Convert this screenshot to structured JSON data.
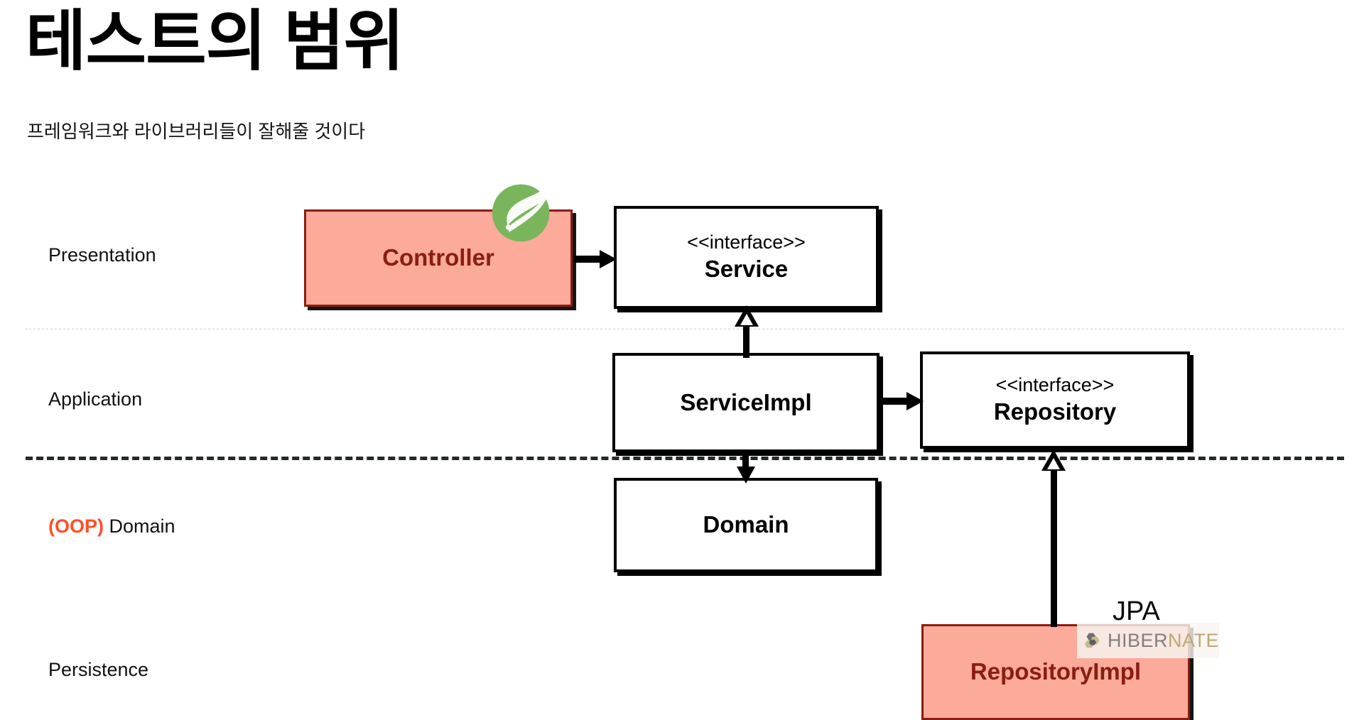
{
  "slide": {
    "title": "테스트의 범위",
    "subtitle": "프레임워크와 라이브러리들이 잘해줄 것이다"
  },
  "layers": [
    {
      "id": "presentation",
      "label": "Presentation",
      "accent": null,
      "accent_color": null
    },
    {
      "id": "application",
      "label": "Application",
      "accent": null,
      "accent_color": null
    },
    {
      "id": "domain",
      "label": "Domain",
      "accent": "(OOP)",
      "accent_color": "#ff4f28"
    },
    {
      "id": "persistence",
      "label": "Persistence",
      "accent": null,
      "accent_color": null
    }
  ],
  "dividers": [
    {
      "id": "presentation-application",
      "style": "dotted",
      "color": "#ececec"
    },
    {
      "id": "application-domain",
      "style": "dashed",
      "color": "#24292e"
    }
  ],
  "boxes": [
    {
      "id": "controller",
      "stereotype": "",
      "title": "Controller",
      "layer": "presentation",
      "fill": "#fcaa9a",
      "border": "#8a1d13",
      "text_color": "#8a1d13",
      "highlighted": true
    },
    {
      "id": "service",
      "stereotype": "<<interface>>",
      "title": "Service",
      "layer": "presentation",
      "fill": "#ffffff",
      "border": "#000000",
      "text_color": "#000000",
      "highlighted": false
    },
    {
      "id": "serviceimpl",
      "stereotype": "",
      "title": "ServiceImpl",
      "layer": "application",
      "fill": "#ffffff",
      "border": "#000000",
      "text_color": "#000000",
      "highlighted": false
    },
    {
      "id": "repository",
      "stereotype": "<<interface>>",
      "title": "Repository",
      "layer": "application",
      "fill": "#ffffff",
      "border": "#000000",
      "text_color": "#000000",
      "highlighted": false
    },
    {
      "id": "domain",
      "stereotype": "",
      "title": "Domain",
      "layer": "domain",
      "fill": "#ffffff",
      "border": "#000000",
      "text_color": "#000000",
      "highlighted": false
    },
    {
      "id": "repositoryimpl",
      "stereotype": "",
      "title": "RepositoryImpl",
      "layer": "persistence",
      "fill": "#fcaa9a",
      "border": "#8a1d13",
      "text_color": "#8a1d13",
      "highlighted": true
    }
  ],
  "connectors": [
    {
      "id": "controller-service",
      "from": "controller",
      "to": "service",
      "arrow": "filled-open-right",
      "direction": "right"
    },
    {
      "id": "serviceimpl-service",
      "from": "serviceimpl",
      "to": "service",
      "arrow": "hollow-triangle",
      "direction": "up"
    },
    {
      "id": "serviceimpl-repository",
      "from": "serviceimpl",
      "to": "repository",
      "arrow": "filled-open-right",
      "direction": "right"
    },
    {
      "id": "serviceimpl-domain",
      "from": "serviceimpl",
      "to": "domain",
      "arrow": "filled-open-down",
      "direction": "down"
    },
    {
      "id": "repositoryimpl-repository",
      "from": "repositoryimpl",
      "to": "repository",
      "arrow": "hollow-triangle",
      "direction": "up"
    }
  ],
  "annotations": {
    "jpa_label": "JPA",
    "hibernate": {
      "word_a": "HIBER",
      "word_b": "NATE",
      "color_a": "#808080",
      "color_b": "#bfa878"
    },
    "spring_logo": "spring-leaf-icon"
  }
}
